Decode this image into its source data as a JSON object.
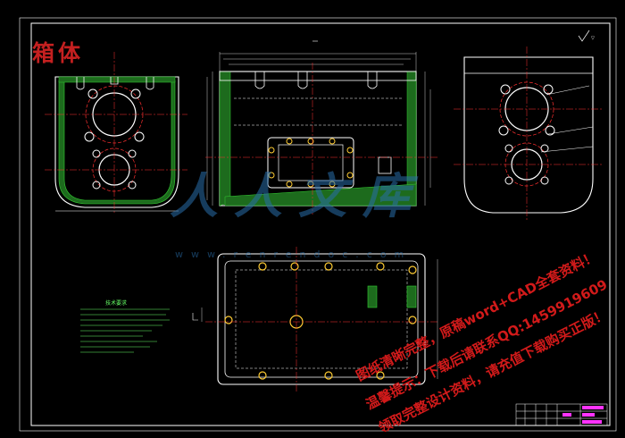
{
  "drawing": {
    "title": "箱体",
    "watermark_lines": [
      "图纸清晰完整，原稿word+CAD全套资料！",
      "温馨提示：下载后请联系QQ:1459919609",
      "领取完整设计资料，请充值下载购买正版！"
    ],
    "brand_text": "人人文库",
    "brand_url": "www.renrendoc.com",
    "notes_title": "技术要求",
    "colors": {
      "background": "#000000",
      "frame": "#ffffff",
      "outline": "#ffffff",
      "hatch": "#33cc33",
      "centerline": "#ff3030",
      "dimension": "#ffffff",
      "bolt": "#ffcc33",
      "accent_magenta": "#ff33ff"
    },
    "icons": {
      "roughness": "roughness-symbol-icon"
    }
  }
}
